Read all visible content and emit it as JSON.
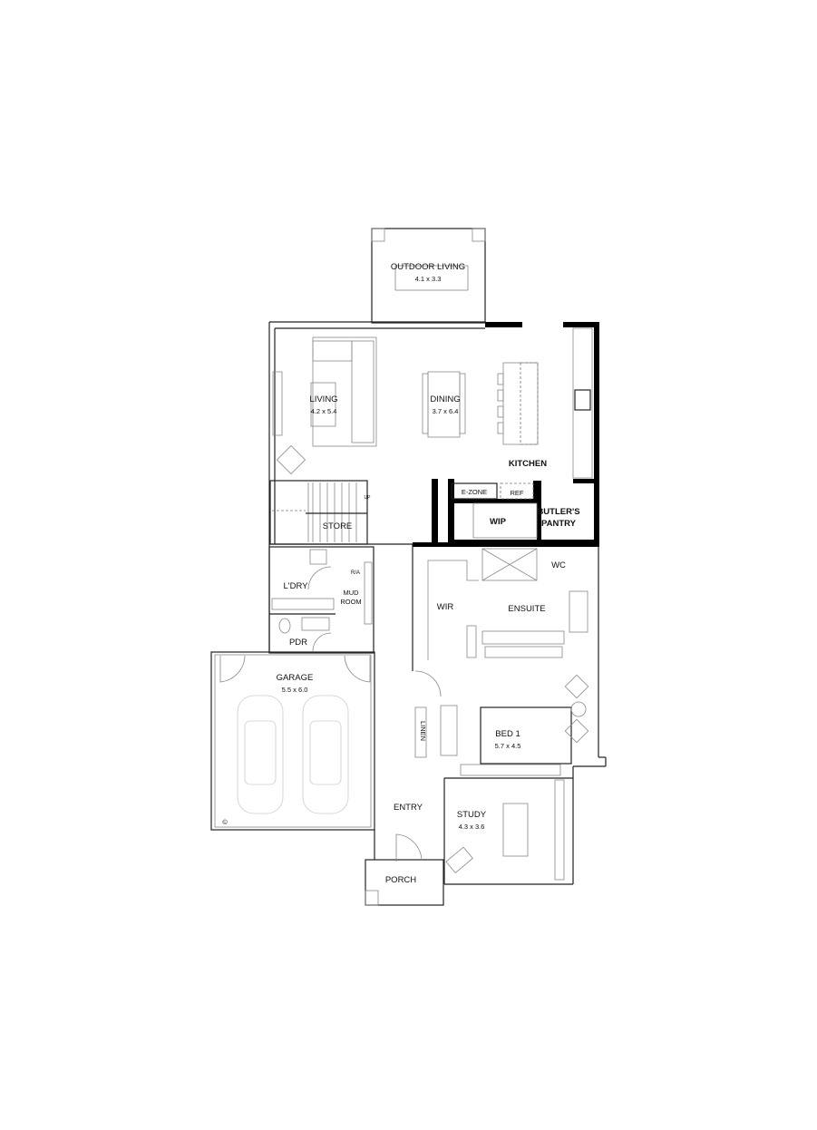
{
  "plan": {
    "rooms": {
      "outdoor_living": {
        "name": "OUTDOOR LIVING",
        "size": "4.1 x 3.3"
      },
      "living": {
        "name": "LIVING",
        "size": "4.2 x 5.4"
      },
      "dining": {
        "name": "DINING",
        "size": "3.7 x 6.4"
      },
      "kitchen": {
        "name": "KITCHEN"
      },
      "ezone": {
        "name": "E-ZONE"
      },
      "ref": {
        "name": "REF"
      },
      "wip": {
        "name": "WIP"
      },
      "butlers_pantry": {
        "line1": "BUTLER'S",
        "line2": "PANTRY"
      },
      "store": {
        "name": "STORE"
      },
      "stair_up": {
        "name": "UP"
      },
      "laundry": {
        "name": "L'DRY"
      },
      "mud_room": {
        "line1": "MUD",
        "line2": "ROOM"
      },
      "ra": {
        "name": "R/A"
      },
      "pdr": {
        "name": "PDR"
      },
      "garage": {
        "name": "GARAGE",
        "size": "5.5 x 6.0"
      },
      "wir": {
        "name": "WIR"
      },
      "ensuite": {
        "name": "ENSUITE"
      },
      "wc": {
        "name": "WC"
      },
      "linen": {
        "name": "LINEN"
      },
      "bed1": {
        "name": "BED 1",
        "size": "5.7 x 4.5"
      },
      "entry": {
        "name": "ENTRY"
      },
      "study": {
        "name": "STUDY",
        "size": "4.3 x 3.6"
      },
      "porch": {
        "name": "PORCH"
      }
    },
    "copyright_mark": "©"
  }
}
